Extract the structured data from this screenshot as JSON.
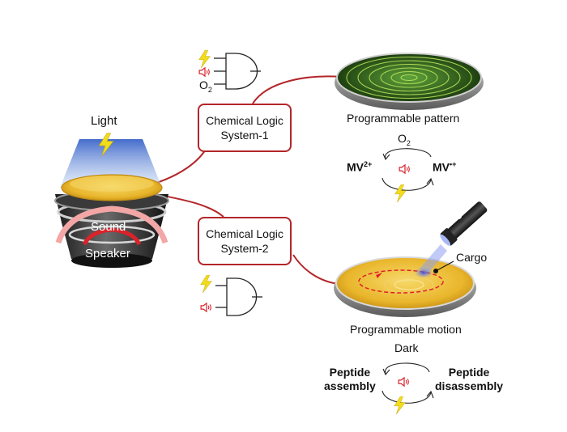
{
  "light_label": "Light",
  "sound_label": "Sound",
  "speaker_label": "Speaker",
  "system1": {
    "line1": "Chemical Logic",
    "line2": "System-1"
  },
  "system2": {
    "line1": "Chemical Logic",
    "line2": "System-2"
  },
  "gate1_o2": {
    "main": "O",
    "sub": "2"
  },
  "pattern_label": "Programmable pattern",
  "cycle1": {
    "top_main": "O",
    "top_sub": "2",
    "left_main": "MV",
    "left_sup": "2+",
    "right_main": "MV",
    "right_sup": "•+"
  },
  "flashlight_label": "Light",
  "cargo_label": "Cargo",
  "motion_label": "Programmable motion",
  "cycle2": {
    "top": "Dark",
    "left_line1": "Peptide",
    "left_line2": "assembly",
    "right_line1": "Peptide",
    "right_line2": "disassembly"
  },
  "colors": {
    "connector": "#b3262a",
    "lightning": "#f2dd1a",
    "speaker_red": "#d8232a",
    "petri_green": "#2f6a1f",
    "petri_yellow": "#e6b42a",
    "beam_blue": "#6c8fd9"
  }
}
